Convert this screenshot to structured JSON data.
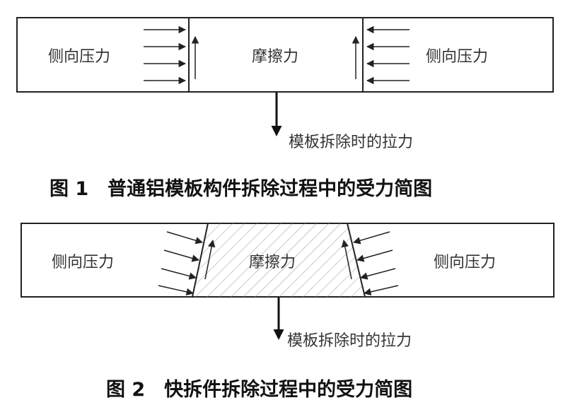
{
  "figure1": {
    "left_label": "侧向压力",
    "middle_label": "摩擦力",
    "right_label": "侧向压力",
    "pull_label": "模板拆除时的拉力",
    "caption": "图 1　普通铝模板构件拆除过程中的受力简图"
  },
  "figure2": {
    "left_label": "侧向压力",
    "middle_label": "摩擦力",
    "right_label": "侧向压力",
    "pull_label": "模板拆除时的拉力",
    "caption": "图 2　快拆件拆除过程中的受力简图"
  }
}
